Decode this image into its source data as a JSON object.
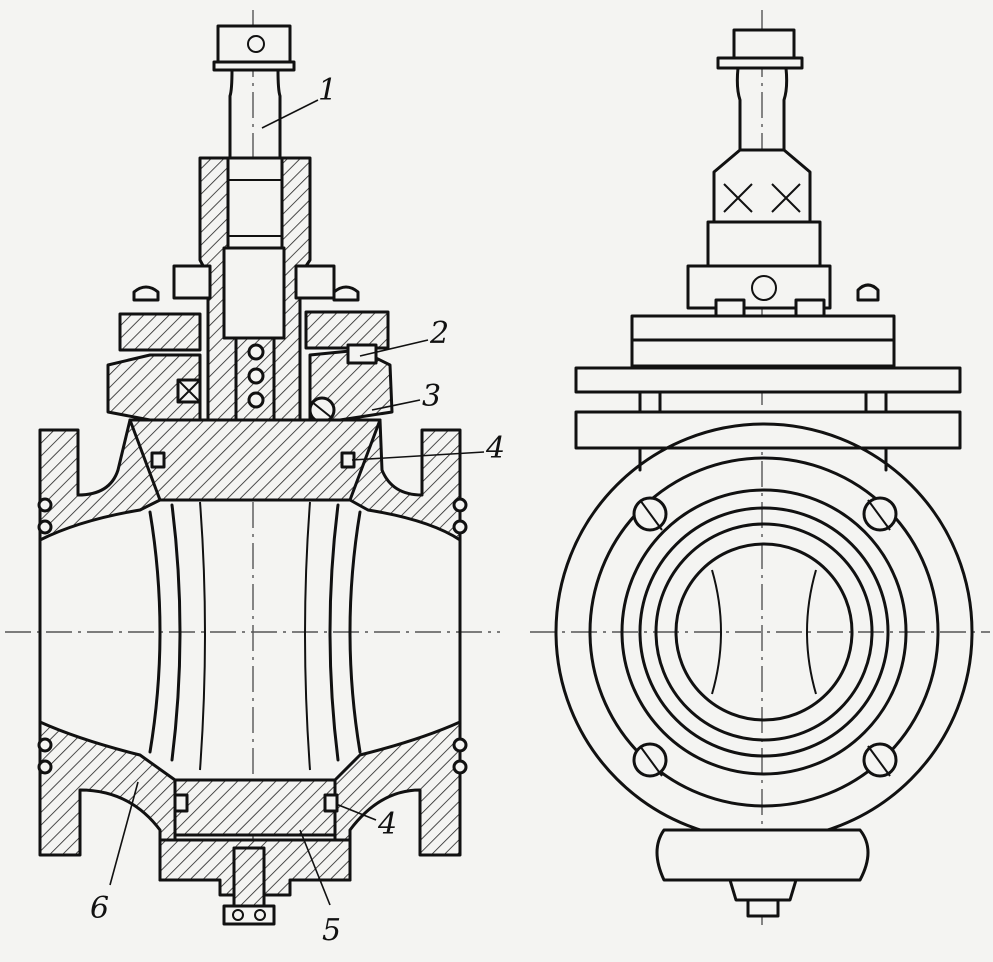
{
  "callouts": [
    {
      "id": "c1",
      "text": "1"
    },
    {
      "id": "c2",
      "text": "2"
    },
    {
      "id": "c3",
      "text": "3"
    },
    {
      "id": "c4a",
      "text": "4"
    },
    {
      "id": "c4b",
      "text": "4"
    },
    {
      "id": "c5",
      "text": "5"
    },
    {
      "id": "c6",
      "text": "6"
    }
  ],
  "colors": {
    "background": "#f4f4f2",
    "ink": "#111111"
  }
}
